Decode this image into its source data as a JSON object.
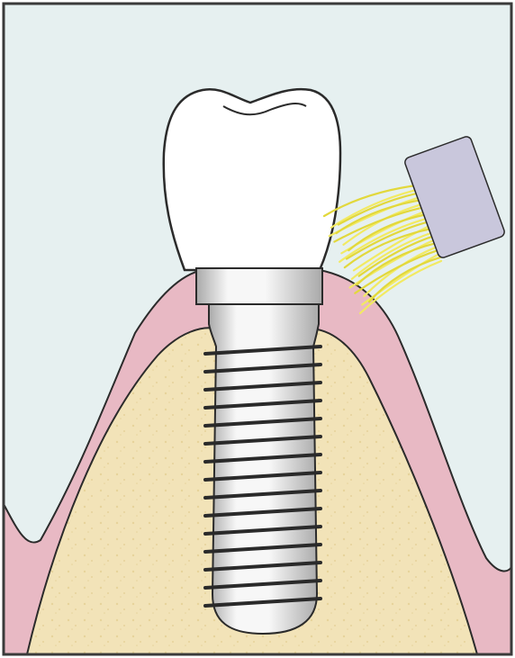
{
  "colors": {
    "background": "#e6f0f0",
    "frame": "#3a3a3a",
    "gum": "#e8b9c4",
    "gum_outline": "#2b2b2b",
    "bone": "#f2e3b8",
    "bone_speckle": "#e7d39b",
    "crown": "#ffffff",
    "implant_light": "#f7f7f7",
    "implant_dark": "#a9a9a9",
    "thread": "#2a2a2a",
    "brush_head": "#c9c7dc",
    "bristles": "#f2ea62",
    "bristles_stroke": "#e2d83c"
  },
  "illustration": {
    "parts": [
      "crown",
      "abutment",
      "implant-screw",
      "gum",
      "bone",
      "toothbrush"
    ],
    "thread_count": 15,
    "bristle_count": 22
  }
}
